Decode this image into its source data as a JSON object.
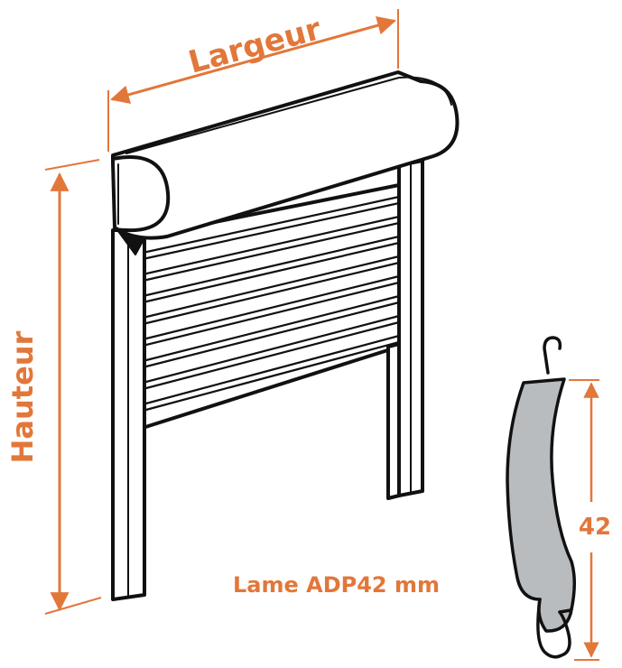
{
  "labels": {
    "width": "Largeur",
    "height": "Hauteur",
    "slat": "Lame ADP42 mm",
    "slat_height": "42"
  },
  "colors": {
    "accent": "#e2773a",
    "outline": "#111111",
    "slat_fill": "#b9bcbf",
    "fill": "#ffffff"
  },
  "icons": {
    "roller_shutter": "roller-shutter-icon",
    "slat_profile": "slat-profile-icon"
  }
}
